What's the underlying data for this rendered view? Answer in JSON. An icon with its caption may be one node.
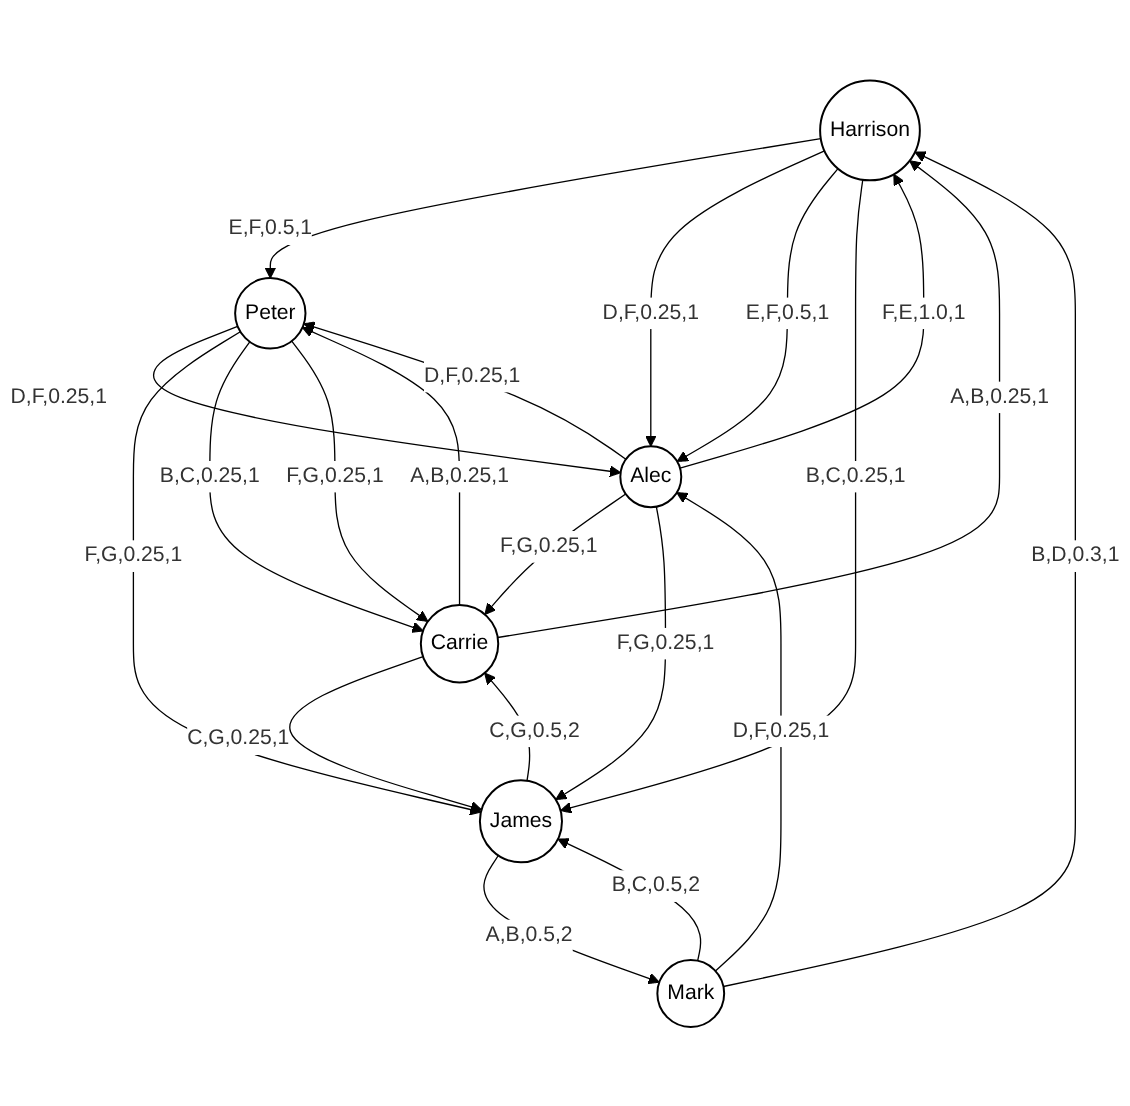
{
  "diagram": {
    "nodes": [
      {
        "text": [
          "Harrison"
        ]
      },
      {
        "text": [
          "Alec"
        ]
      },
      {
        "text": [
          "Carrie"
        ]
      },
      {
        "text": [
          "Peter"
        ]
      },
      {
        "text": [
          "Mark"
        ]
      },
      {
        "text": [
          "James"
        ]
      }
    ],
    "edges": [
      {
        "from": 0,
        "to": 3,
        "arrow": "to",
        "label": "E,F,0.5,1"
      },
      {
        "from": 0,
        "to": 1,
        "arrow": "to",
        "label": "D,F,0.25,1"
      },
      {
        "from": 0,
        "to": 1,
        "arrow": "to",
        "label": "E,F,0.5,1"
      },
      {
        "from": 1,
        "to": 0,
        "arrow": "to",
        "label": "F,E,1.0,1"
      },
      {
        "from": 2,
        "to": 0,
        "arrow": "to",
        "label": "A,B,0.25,1"
      },
      {
        "from": 1,
        "to": 2,
        "arrow": "to",
        "label": "F,G,0.25,1"
      },
      {
        "from": 4,
        "to": 0,
        "arrow": "to",
        "label": "B,D,0.3,1"
      },
      {
        "from": 2,
        "to": 5,
        "arrow": "to",
        "label": "C,G,0.25,1"
      },
      {
        "from": 1,
        "to": 3,
        "arrow": "to",
        "label": "D,F,0.25,1"
      },
      {
        "from": 3,
        "to": 1,
        "arrow": "to",
        "label": "D,F,0.25,1"
      },
      {
        "from": 4,
        "to": 1,
        "arrow": "to",
        "label": "D,F,0.25,1"
      },
      {
        "from": 0,
        "to": 5,
        "arrow": "to",
        "label": "B,C,0.25,1"
      },
      {
        "from": 1,
        "to": 5,
        "arrow": "to",
        "label": "F,G,0.25,1"
      },
      {
        "from": 5,
        "to": 2,
        "arrow": "to",
        "label": "C,G,0.5,2"
      },
      {
        "from": 5,
        "to": 4,
        "arrow": "to",
        "label": "A,B,0.5,2"
      },
      {
        "from": 3,
        "to": 5,
        "arrow": "to",
        "label": "F,G,0.25,1"
      },
      {
        "from": 4,
        "to": 5,
        "arrow": "to",
        "label": "B,C,0.5,2"
      },
      {
        "from": 2,
        "to": 3,
        "arrow": "to",
        "label": "A,B,0.25,1"
      },
      {
        "from": 3,
        "to": 2,
        "arrow": "to",
        "label": "B,C,0.25,1"
      },
      {
        "from": 3,
        "to": 2,
        "arrow": "to",
        "label": "F,G,0.25,1"
      }
    ]
  }
}
